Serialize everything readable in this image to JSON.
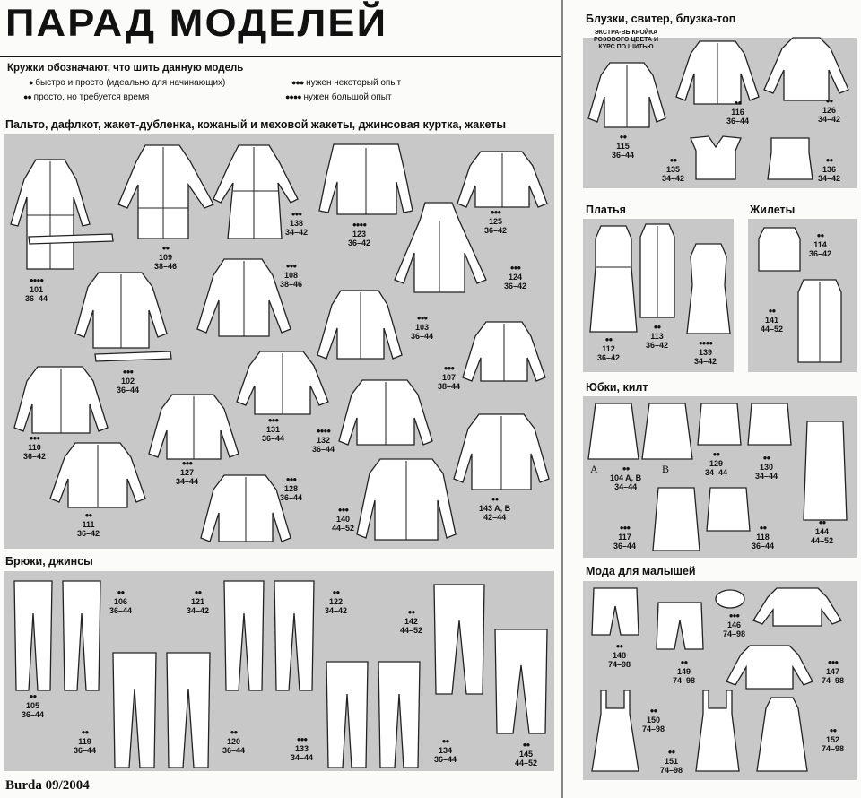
{
  "title": "ПАРАД МОДЕЛЕЙ",
  "legend": {
    "intro": "Кружки обозначают, что шить данную модель",
    "items": [
      {
        "dots": "●",
        "text": "быстро и просто (идеально для начинающих)"
      },
      {
        "dots": "●●",
        "text": "просто, но требуется время"
      },
      {
        "dots": "●●●",
        "text": "нужен некоторый опыт"
      },
      {
        "dots": "●●●●",
        "text": "нужен большой опыт"
      }
    ]
  },
  "sections": {
    "coats": "Пальто, дафлкот, жакет-дубленка, кожаный и меховой жакеты, джинсовая куртка, жакеты",
    "trousers": "Брюки, джинсы",
    "blouses": "Блузки, свитер, блузка-топ",
    "dresses": "Платья",
    "vests": "Жилеты",
    "skirts": "Юбки, килт",
    "kids": "Мода для малышей"
  },
  "extra_note": "ЭКСТРА-ВЫКРОЙКА РОЗОВОГО ЦВЕТА И КУРС ПО ШИТЬЮ",
  "models": {
    "m101": {
      "dots": "●●●●",
      "num": "101",
      "sizes": "36–44"
    },
    "m109": {
      "dots": "●●",
      "num": "109",
      "sizes": "38–46"
    },
    "m138": {
      "dots": "●●●",
      "num": "138",
      "sizes": "34–42"
    },
    "m123": {
      "dots": "●●●●",
      "num": "123",
      "sizes": "36–42"
    },
    "m125": {
      "dots": "●●●",
      "num": "125",
      "sizes": "36–42"
    },
    "m108": {
      "dots": "●●●",
      "num": "108",
      "sizes": "38–46"
    },
    "m124": {
      "dots": "●●●",
      "num": "124",
      "sizes": "36–42"
    },
    "m103": {
      "dots": "●●●",
      "num": "103",
      "sizes": "36–44"
    },
    "m102": {
      "dots": "●●●",
      "num": "102",
      "sizes": "36–44"
    },
    "m107": {
      "dots": "●●●",
      "num": "107",
      "sizes": "38–44"
    },
    "m110": {
      "dots": "●●●",
      "num": "110",
      "sizes": "36–42"
    },
    "m131": {
      "dots": "●●●",
      "num": "131",
      "sizes": "36–44"
    },
    "m132": {
      "dots": "●●●●",
      "num": "132",
      "sizes": "36–44"
    },
    "m127": {
      "dots": "●●●",
      "num": "127",
      "sizes": "34–44"
    },
    "m128": {
      "dots": "●●●",
      "num": "128",
      "sizes": "36–44"
    },
    "m111": {
      "dots": "●●",
      "num": "111",
      "sizes": "36–42"
    },
    "m140": {
      "dots": "●●●",
      "num": "140",
      "sizes": "44–52"
    },
    "m143": {
      "dots": "●●",
      "num": "143 A, B",
      "sizes": "42–44"
    },
    "m106": {
      "dots": "●●",
      "num": "106",
      "sizes": "36–44"
    },
    "m121": {
      "dots": "●●",
      "num": "121",
      "sizes": "34–42"
    },
    "m122": {
      "dots": "●●",
      "num": "122",
      "sizes": "34–42"
    },
    "m142": {
      "dots": "●●",
      "num": "142",
      "sizes": "44–52"
    },
    "m105": {
      "dots": "●●",
      "num": "105",
      "sizes": "36–44"
    },
    "m119": {
      "dots": "●●",
      "num": "119",
      "sizes": "36–44"
    },
    "m120": {
      "dots": "●●",
      "num": "120",
      "sizes": "36–44"
    },
    "m133": {
      "dots": "●●●",
      "num": "133",
      "sizes": "34–44"
    },
    "m134": {
      "dots": "●●",
      "num": "134",
      "sizes": "36–44"
    },
    "m145": {
      "dots": "●●",
      "num": "145",
      "sizes": "44–52"
    },
    "m115": {
      "dots": "●●",
      "num": "115",
      "sizes": "36–44"
    },
    "m116": {
      "dots": "●●",
      "num": "116",
      "sizes": "36–44"
    },
    "m126": {
      "dots": "●●",
      "num": "126",
      "sizes": "34–42"
    },
    "m135": {
      "dots": "●●",
      "num": "135",
      "sizes": "34–42"
    },
    "m136": {
      "dots": "●●",
      "num": "136",
      "sizes": "34–42"
    },
    "m112": {
      "dots": "●●",
      "num": "112",
      "sizes": "36–42"
    },
    "m113": {
      "dots": "●●",
      "num": "113",
      "sizes": "36–42"
    },
    "m139": {
      "dots": "●●●●",
      "num": "139",
      "sizes": "34–42"
    },
    "m114": {
      "dots": "●●",
      "num": "114",
      "sizes": "36–42"
    },
    "m141": {
      "dots": "●●",
      "num": "141",
      "sizes": "44–52"
    },
    "m104": {
      "dots": "●●",
      "num": "104 A, B",
      "sizes": "34–44"
    },
    "m129": {
      "dots": "●●",
      "num": "129",
      "sizes": "34–44"
    },
    "m130": {
      "dots": "●●",
      "num": "130",
      "sizes": "34–44"
    },
    "m117": {
      "dots": "●●●",
      "num": "117",
      "sizes": "36–44"
    },
    "m118": {
      "dots": "●●",
      "num": "118",
      "sizes": "36–44"
    },
    "m144": {
      "dots": "●●",
      "num": "144",
      "sizes": "44–52"
    },
    "m148": {
      "dots": "●●",
      "num": "148",
      "sizes": "74–98"
    },
    "m146": {
      "dots": "●●●",
      "num": "146",
      "sizes": "74–98"
    },
    "m149": {
      "dots": "●●",
      "num": "149",
      "sizes": "74–98"
    },
    "m147": {
      "dots": "●●●",
      "num": "147",
      "sizes": "74–98"
    },
    "m150": {
      "dots": "●●",
      "num": "150",
      "sizes": "74–98"
    },
    "m151": {
      "dots": "●●",
      "num": "151",
      "sizes": "74–98"
    },
    "m152": {
      "dots": "●●",
      "num": "152",
      "sizes": "74–98"
    }
  },
  "skirt_variants": {
    "a": "A",
    "b": "B"
  },
  "footer": "Burda 09/2004"
}
